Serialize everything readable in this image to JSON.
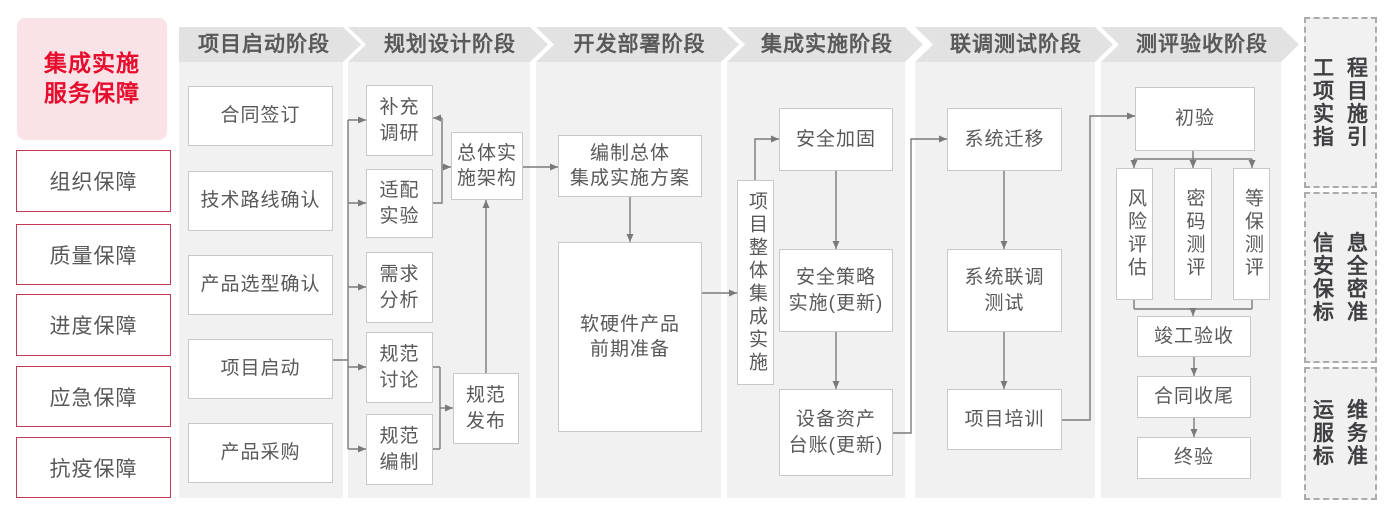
{
  "sidebar": {
    "header": "集成实施\n服务保障",
    "items": [
      "组织保障",
      "质量保障",
      "进度保障",
      "应急保障",
      "抗疫保障"
    ]
  },
  "phases": [
    "项目启动阶段",
    "规划设计阶段",
    "开发部署阶段",
    "集成实施阶段",
    "联调测试阶段",
    "测评验收阶段"
  ],
  "flow": {
    "startup": [
      "合同签订",
      "技术路线确认",
      "产品选型确认",
      "项目启动",
      "产品采购"
    ],
    "planning": {
      "stack": [
        "补充\n调研",
        "适配\n实验",
        "需求\n分析",
        "规范\n讨论",
        "规范\n编制"
      ],
      "arch": "总体实\n施架构",
      "publish": "规范\n发布"
    },
    "develop": {
      "plan": "编制总体\n集成实施方案",
      "prepare": "软硬件产品\n前期准备"
    },
    "integration": {
      "vertical": "项目整体集成实施",
      "steps": [
        "安全加固",
        "安全策略\n实施(更新)",
        "设备资产\n台账(更新)"
      ]
    },
    "testing": [
      "系统迁移",
      "系统联调\n测试",
      "项目培训"
    ],
    "acceptance": {
      "first": "初验",
      "evals": [
        "风险评估",
        "密码测评",
        "等保测评"
      ],
      "steps": [
        "竣工验收",
        "合同收尾",
        "终验"
      ]
    }
  },
  "rightbar": [
    {
      "lines": [
        "工程",
        "项目",
        "实施",
        "指引"
      ]
    },
    {
      "lines": [
        "信息",
        "安全",
        "保密",
        "标准"
      ]
    },
    {
      "lines": [
        "运维",
        "服务",
        "标准"
      ]
    }
  ],
  "colors": {
    "accent_red": "#e60c2e",
    "sidebar_border": "#c23a53",
    "pink_bg": "#fae3e7",
    "banner_bg": "#e2e2e3",
    "panel_bg": "#f1f1f2",
    "box_border": "#c9c9cb",
    "text_gray": "#595959",
    "line_gray": "#7a7a7a"
  }
}
